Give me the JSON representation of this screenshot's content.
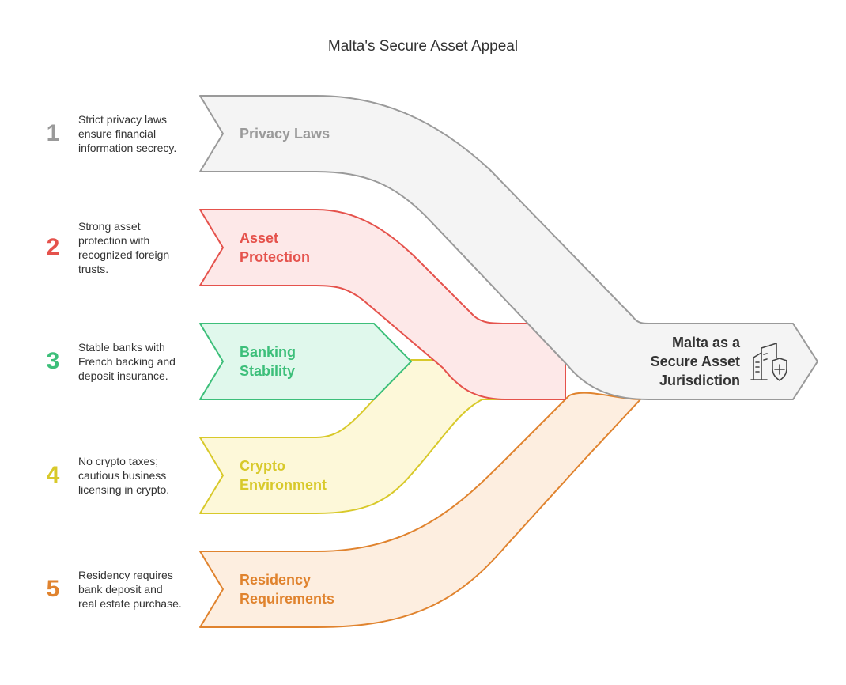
{
  "title": "Malta's Secure Asset Appeal",
  "target": {
    "label": "Malta as a\nSecure Asset\nJurisdiction",
    "icon": "building-shield-icon"
  },
  "colors": {
    "gray": "#9a9a9a",
    "red": "#e5524c",
    "green": "#3dbf7a",
    "yellow": "#d8c92a",
    "orange": "#e0832e",
    "target_fill": "#f4f4f4",
    "target_stroke": "#9a9a9a"
  },
  "items": [
    {
      "number": "1",
      "label": "Privacy Laws",
      "description": "Strict privacy laws\nensure financial\ninformation secrecy.",
      "color": "#9a9a9a"
    },
    {
      "number": "2",
      "label": "Asset\nProtection",
      "description": "Strong asset\nprotection with\nrecognized foreign\ntrusts.",
      "color": "#e5524c"
    },
    {
      "number": "3",
      "label": "Banking\nStability",
      "description": "Stable banks with\nFrench backing and\ndeposit insurance.",
      "color": "#3dbf7a"
    },
    {
      "number": "4",
      "label": "Crypto\nEnvironment",
      "description": "No crypto taxes;\ncautious business\nlicensing in crypto.",
      "color": "#d8c92a"
    },
    {
      "number": "5",
      "label": "Residency\nRequirements",
      "description": "Residency requires\nbank deposit and\nreal estate purchase.",
      "color": "#e0832e"
    }
  ]
}
